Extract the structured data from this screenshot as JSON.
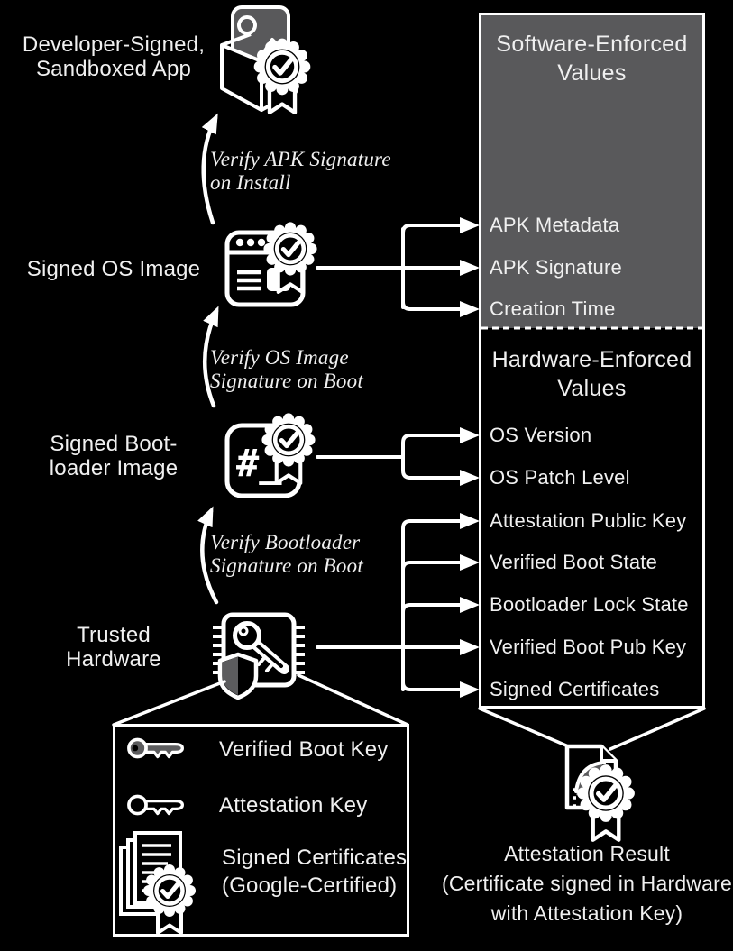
{
  "colors": {
    "background": "#000000",
    "panel_gray": "#59595b",
    "line": "#ffffff",
    "text": "#f0f0f0"
  },
  "chain": {
    "nodes": [
      {
        "icon": "sandboxed-app-icon",
        "label_lines": [
          "Developer-Signed,",
          "Sandboxed App"
        ]
      },
      {
        "icon": "signed-os-image-icon",
        "label_lines": [
          "Signed OS Image"
        ]
      },
      {
        "icon": "signed-bootloader-image-icon",
        "glyph": "#_",
        "label_lines": [
          "Signed Boot-",
          "loader Image"
        ]
      },
      {
        "icon": "trusted-hardware-icon",
        "label_lines": [
          "Trusted",
          "Hardware"
        ]
      }
    ],
    "verify_arrows": [
      {
        "label_lines": [
          "Verify APK Signature",
          "on Install"
        ]
      },
      {
        "label_lines": [
          "Verify OS Image",
          "Signature on Boot"
        ]
      },
      {
        "label_lines": [
          "Verify Bootloader",
          "Signature on Boot"
        ]
      }
    ]
  },
  "panels": {
    "software": {
      "title_lines": [
        "Software-Enforced",
        "Values"
      ],
      "items": [
        "APK Metadata",
        "APK Signature",
        "Creation Time"
      ]
    },
    "hardware": {
      "title_lines": [
        "Hardware-Enforced",
        "Values"
      ],
      "items": [
        "OS Version",
        "OS Patch Level",
        "Attestation Public Key",
        "Verified Boot State",
        "Bootloader Lock State",
        "Verified Boot Pub Key",
        "Signed Certificates"
      ]
    }
  },
  "legend": {
    "items": [
      {
        "icon": "verified-boot-key-icon",
        "label_lines": [
          "Verified Boot Key"
        ]
      },
      {
        "icon": "attestation-key-icon",
        "label_lines": [
          "Attestation Key"
        ]
      },
      {
        "icon": "signed-certificates-icon",
        "label_lines": [
          "Signed Certificates",
          "(Google-Certified)"
        ]
      }
    ]
  },
  "result": {
    "icon": "attestation-result-icon",
    "caption_lines": [
      "Attestation Result",
      "(Certificate signed in Hardware",
      "with Attestation Key)"
    ]
  }
}
